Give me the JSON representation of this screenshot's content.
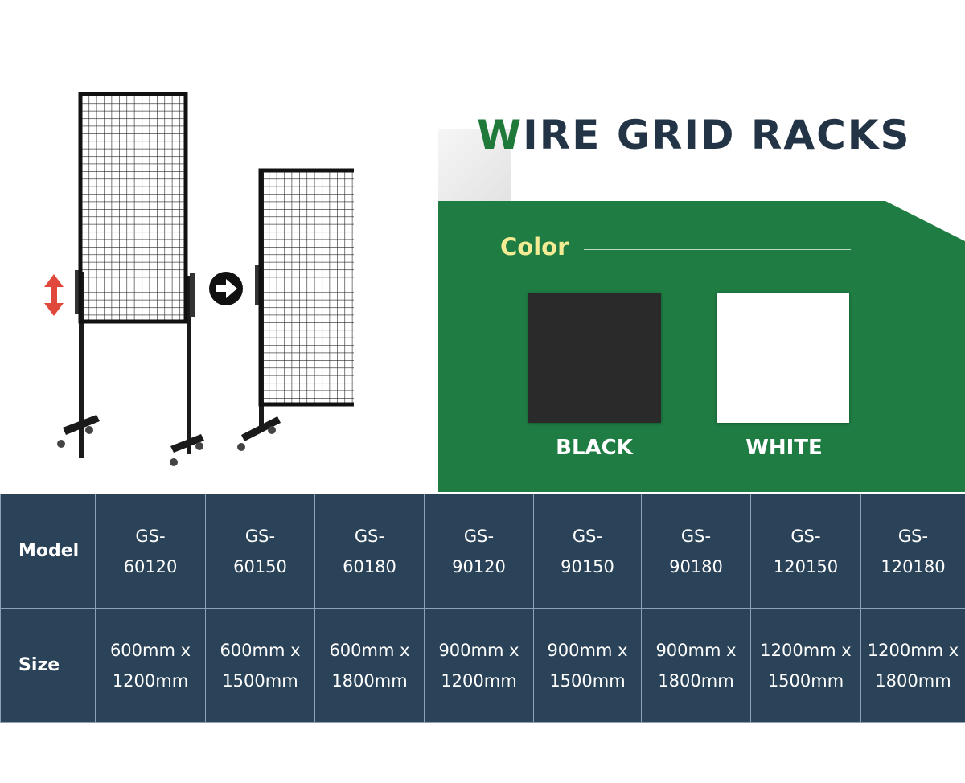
{
  "title": {
    "first_letter": "W",
    "rest": "IRE GRID RACKS"
  },
  "color_section": {
    "heading": "Color",
    "swatches": [
      {
        "label": "BLACK",
        "color": "#2a2a2a"
      },
      {
        "label": "WHITE",
        "color": "#ffffff"
      }
    ]
  },
  "illustration": {
    "icons": [
      "height-adjust-icon",
      "arrow-right-icon"
    ],
    "arrow_color": "#e0483b"
  },
  "table": {
    "row_headers": [
      "Model",
      "Size"
    ],
    "models": [
      [
        "GS-",
        "60120"
      ],
      [
        "GS-",
        "60150"
      ],
      [
        "GS-",
        "60180"
      ],
      [
        "GS-",
        "90120"
      ],
      [
        "GS-",
        "90150"
      ],
      [
        "GS-",
        "90180"
      ],
      [
        "GS-",
        "120150"
      ],
      [
        "GS-",
        "120180"
      ]
    ],
    "sizes": [
      [
        "600mm x",
        "1200mm"
      ],
      [
        "600mm x",
        "1500mm"
      ],
      [
        "600mm x",
        "1800mm"
      ],
      [
        "900mm x",
        "1200mm"
      ],
      [
        "900mm x",
        "1500mm"
      ],
      [
        "900mm x",
        "1800mm"
      ],
      [
        "1200mm x",
        "1500mm"
      ],
      [
        "1200mm x",
        "1800mm"
      ]
    ]
  },
  "colors": {
    "brand_green": "#1f7d44",
    "navy": "#2b4358",
    "title_dark": "#243447",
    "heading_yellow": "#f4eb95"
  }
}
